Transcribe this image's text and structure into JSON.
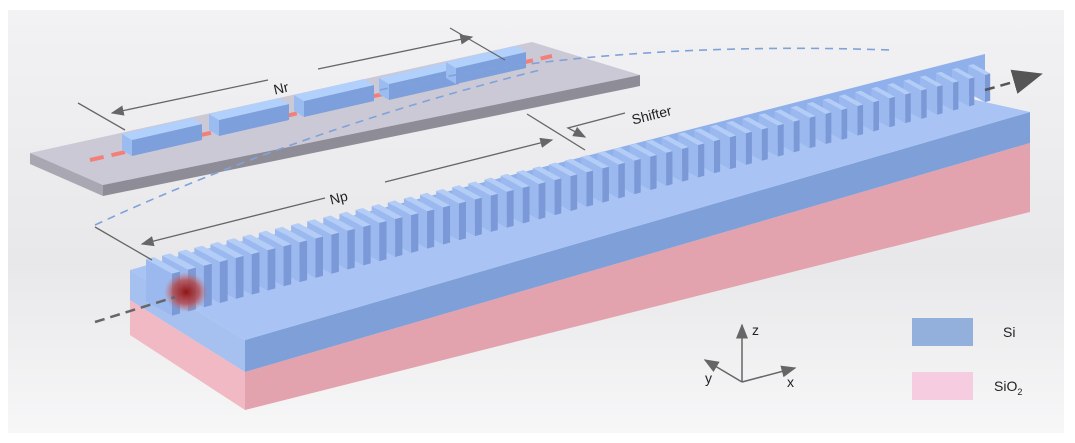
{
  "labels": {
    "nr": "Nr",
    "np": "Np",
    "shifter": "Shifter"
  },
  "axes": {
    "z": "z",
    "y": "y",
    "x": "x"
  },
  "legend": [
    {
      "label": "Si",
      "color": "#93b0dd"
    },
    {
      "label": "SiO",
      "sub": "2",
      "color": "#f6cde0"
    }
  ],
  "colors": {
    "si_top": "#a9c4f4",
    "si_front": "#7f9fd8",
    "sio2": "#e8aab6",
    "slab": "#c9c7d3",
    "mode": "#f37f79"
  },
  "grating_periods": 52,
  "ring_blocks": 5
}
